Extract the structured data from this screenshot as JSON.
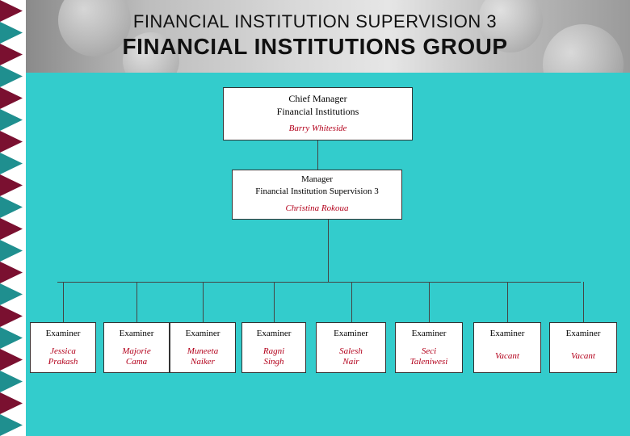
{
  "header": {
    "line1": "FINANCIAL INSTITUTION SUPERVISION 3",
    "line2": "FINANCIAL INSTITUTIONS GROUP"
  },
  "chief": {
    "title_line1": "Chief Manager",
    "title_line2": "Financial Institutions",
    "name": "Barry Whiteside"
  },
  "manager": {
    "title_line1": "Manager",
    "title_line2": "Financial Institution Supervision 3",
    "name": "Christina Rokoua"
  },
  "examiners": [
    {
      "title": "Examiner",
      "name_line1": "Jessica",
      "name_line2": "Prakash"
    },
    {
      "title": "Examiner",
      "name_line1": "Majorie",
      "name_line2": "Cama"
    },
    {
      "title": "Examiner",
      "name_line1": "Muneeta",
      "name_line2": "Naiker"
    },
    {
      "title": "Examiner",
      "name_line1": "Ragni",
      "name_line2": "Singh"
    },
    {
      "title": "Examiner",
      "name_line1": "Salesh",
      "name_line2": "Nair"
    },
    {
      "title": "Examiner",
      "name_line1": "Seci",
      "name_line2": "Taleniwesi"
    },
    {
      "title": "Examiner",
      "name_line1": "Vacant",
      "name_line2": ""
    },
    {
      "title": "Examiner",
      "name_line1": "Vacant",
      "name_line2": ""
    }
  ],
  "colors": {
    "background": "#33cccc",
    "name_text": "#b3001b",
    "strip_maroon": "#7a1030",
    "strip_teal": "#1f8f8f"
  }
}
